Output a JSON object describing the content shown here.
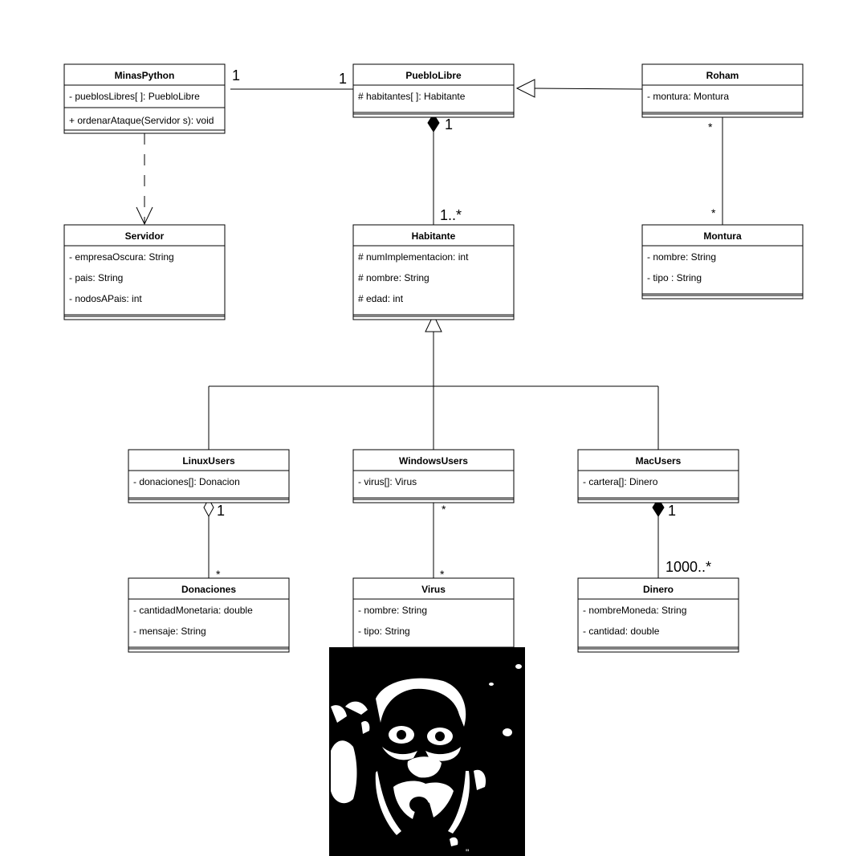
{
  "classes": {
    "minaspython": {
      "name": "MinasPython",
      "attrs": [
        "- pueblosLibres[ ]: PuebloLibre"
      ],
      "methods": [
        "+ ordenarAtaque(Servidor s): void"
      ]
    },
    "pueblolibre": {
      "name": "PuebloLibre",
      "attrs": [
        "# habitantes[ ]: Habitante"
      ],
      "methods": []
    },
    "roham": {
      "name": "Roham",
      "attrs": [
        "- montura: Montura"
      ],
      "methods": []
    },
    "servidor": {
      "name": "Servidor",
      "attrs": [
        "- empresaOscura: String",
        "- pais: String",
        "- nodosAPais: int"
      ],
      "methods": []
    },
    "habitante": {
      "name": "Habitante",
      "attrs": [
        "# numImplementacion: int",
        "# nombre: String",
        "# edad: int"
      ],
      "methods": []
    },
    "montura": {
      "name": "Montura",
      "attrs": [
        "- nombre: String",
        "- tipo : String"
      ],
      "methods": []
    },
    "linuxusers": {
      "name": "LinuxUsers",
      "attrs": [
        "- donaciones[]: Donacion"
      ],
      "methods": []
    },
    "windowsusers": {
      "name": "WindowsUsers",
      "attrs": [
        "- virus[]: Virus"
      ],
      "methods": []
    },
    "macusers": {
      "name": "MacUsers",
      "attrs": [
        "- cartera[]: Dinero"
      ],
      "methods": []
    },
    "donaciones": {
      "name": "Donaciones",
      "attrs": [
        "- cantidadMonetaria: double",
        "- mensaje: String"
      ],
      "methods": []
    },
    "virus": {
      "name": "Virus",
      "attrs": [
        "- nombre: String",
        "- tipo: String"
      ],
      "methods": []
    },
    "dinero": {
      "name": "Dinero",
      "attrs": [
        "- nombreMoneda: String",
        "- cantidad: double"
      ],
      "methods": []
    }
  },
  "multiplicities": {
    "minas_side": "1",
    "pueblo_side": "1",
    "pueblo_comp": "1",
    "habitante_side": "1..*",
    "roham_side": "*",
    "montura_side": "*",
    "linux_agg": "1",
    "donaciones_side": "*",
    "windows_side": "*",
    "virus_side": "*",
    "mac_comp": "1",
    "dinero_side": "1000..*"
  },
  "photo": {
    "mark": "\""
  }
}
